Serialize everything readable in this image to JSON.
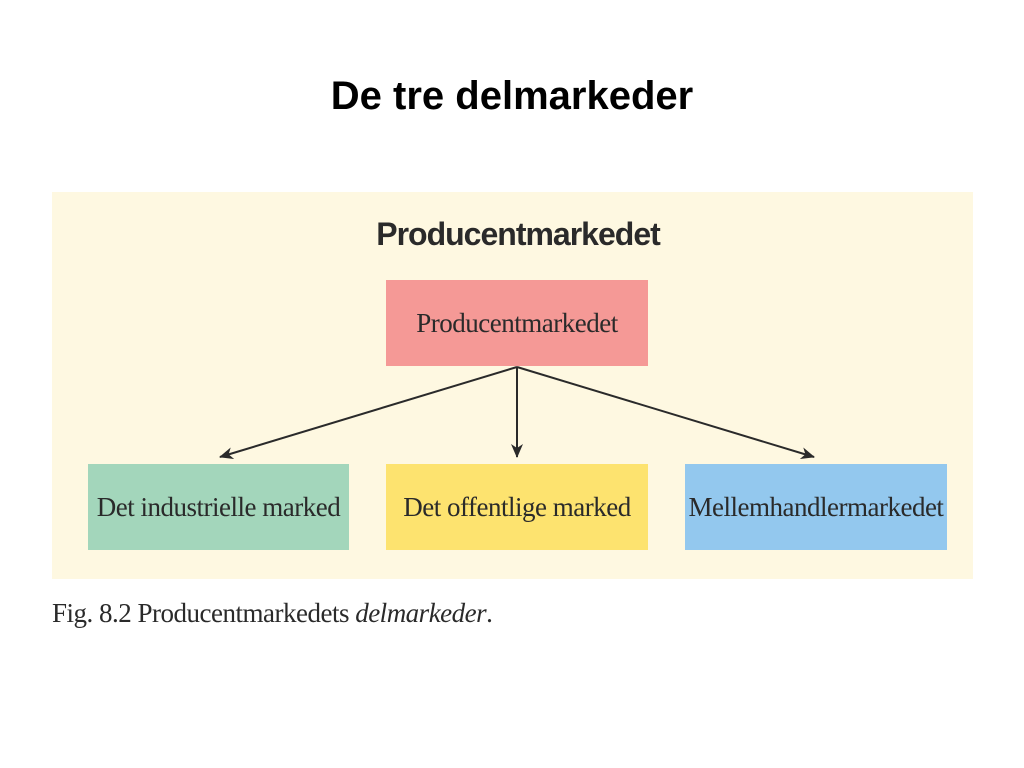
{
  "slide": {
    "title": "De tre delmarkeder"
  },
  "figure": {
    "heading": "Producentmarkedet",
    "root": {
      "label": "Producentmarkedet",
      "color": "#f59996"
    },
    "children": [
      {
        "label": "Det industrielle marked",
        "color": "#a3d6bb"
      },
      {
        "label": "Det offentlige marked",
        "color": "#fde36f"
      },
      {
        "label": "Mellemhandlermarkedet",
        "color": "#93c8ee"
      }
    ],
    "panel_color": "#fef8e1",
    "arrow_color": "#2a2a2a"
  },
  "caption": {
    "prefix": "Fig. 8.2 Producentmarkedets ",
    "emphasis": "delmarkeder",
    "suffix": "."
  }
}
